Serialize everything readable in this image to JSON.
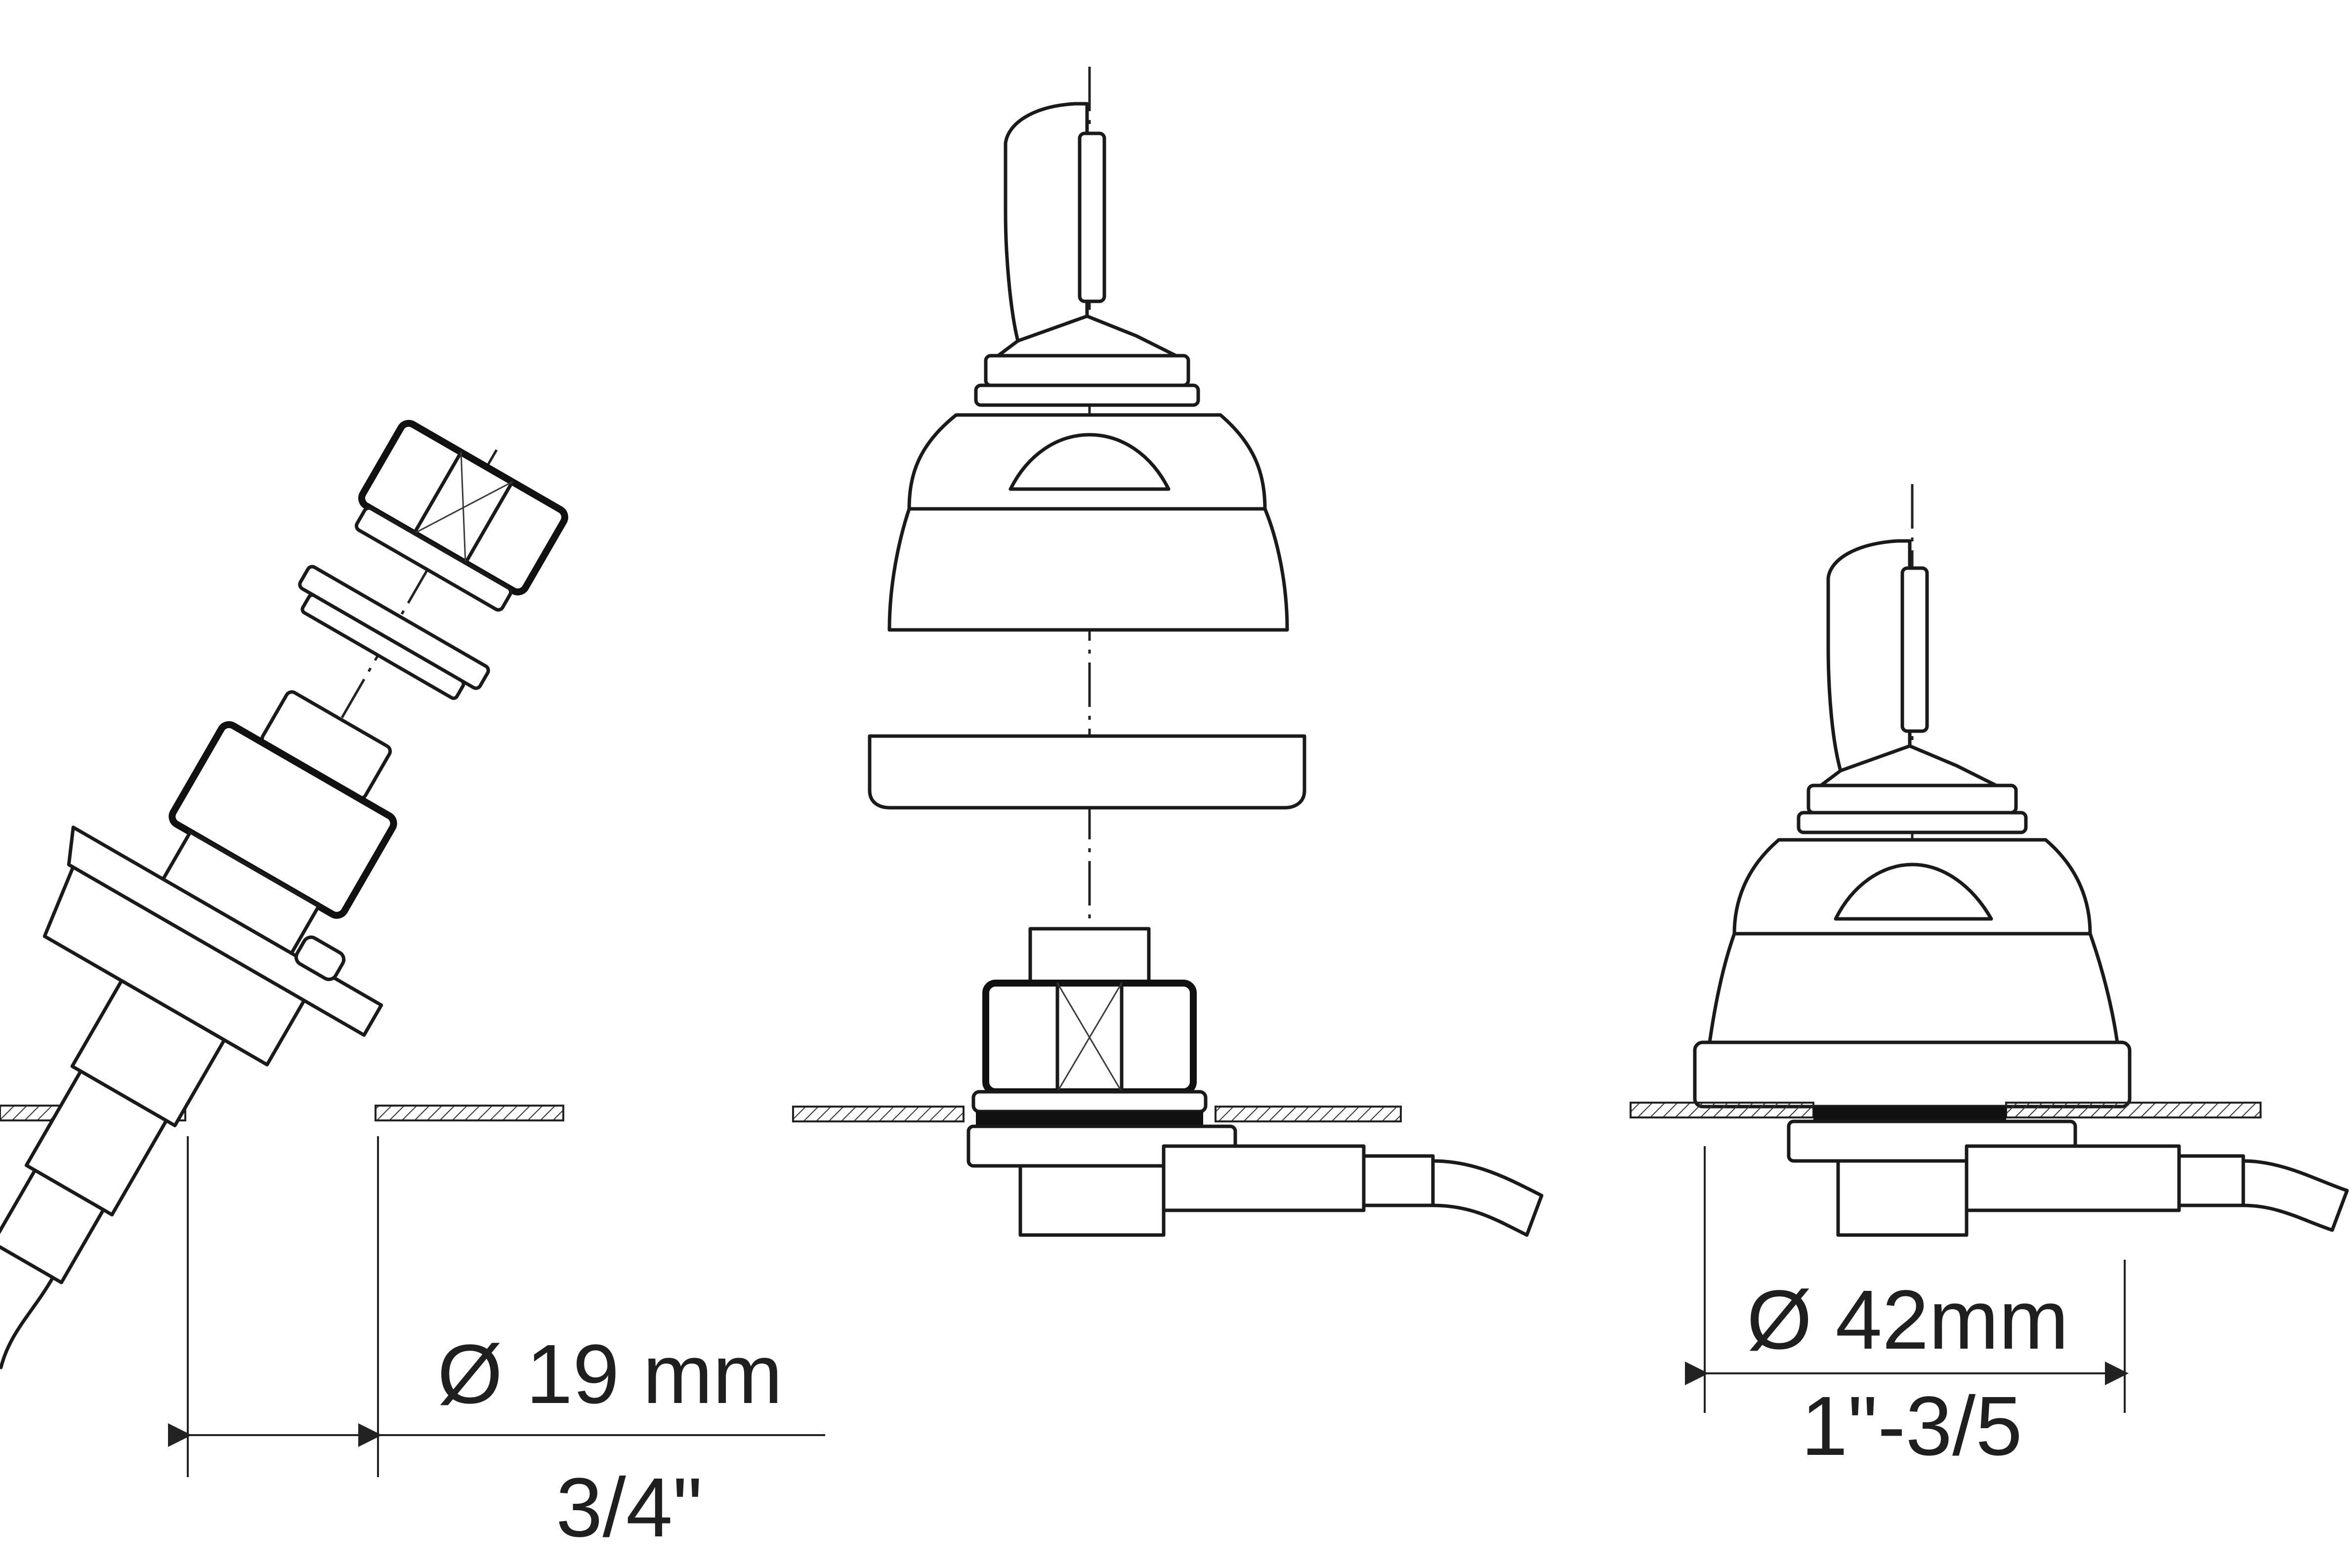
{
  "labels": {
    "left_diameter_metric": "Ø 19 mm",
    "left_diameter_imperial": "3/4\"",
    "right_diameter_metric": "Ø 42mm",
    "right_diameter_imperial": "1\"-3/5"
  },
  "colors": {
    "line": "#1a1a1a",
    "background": "#ffffff"
  }
}
